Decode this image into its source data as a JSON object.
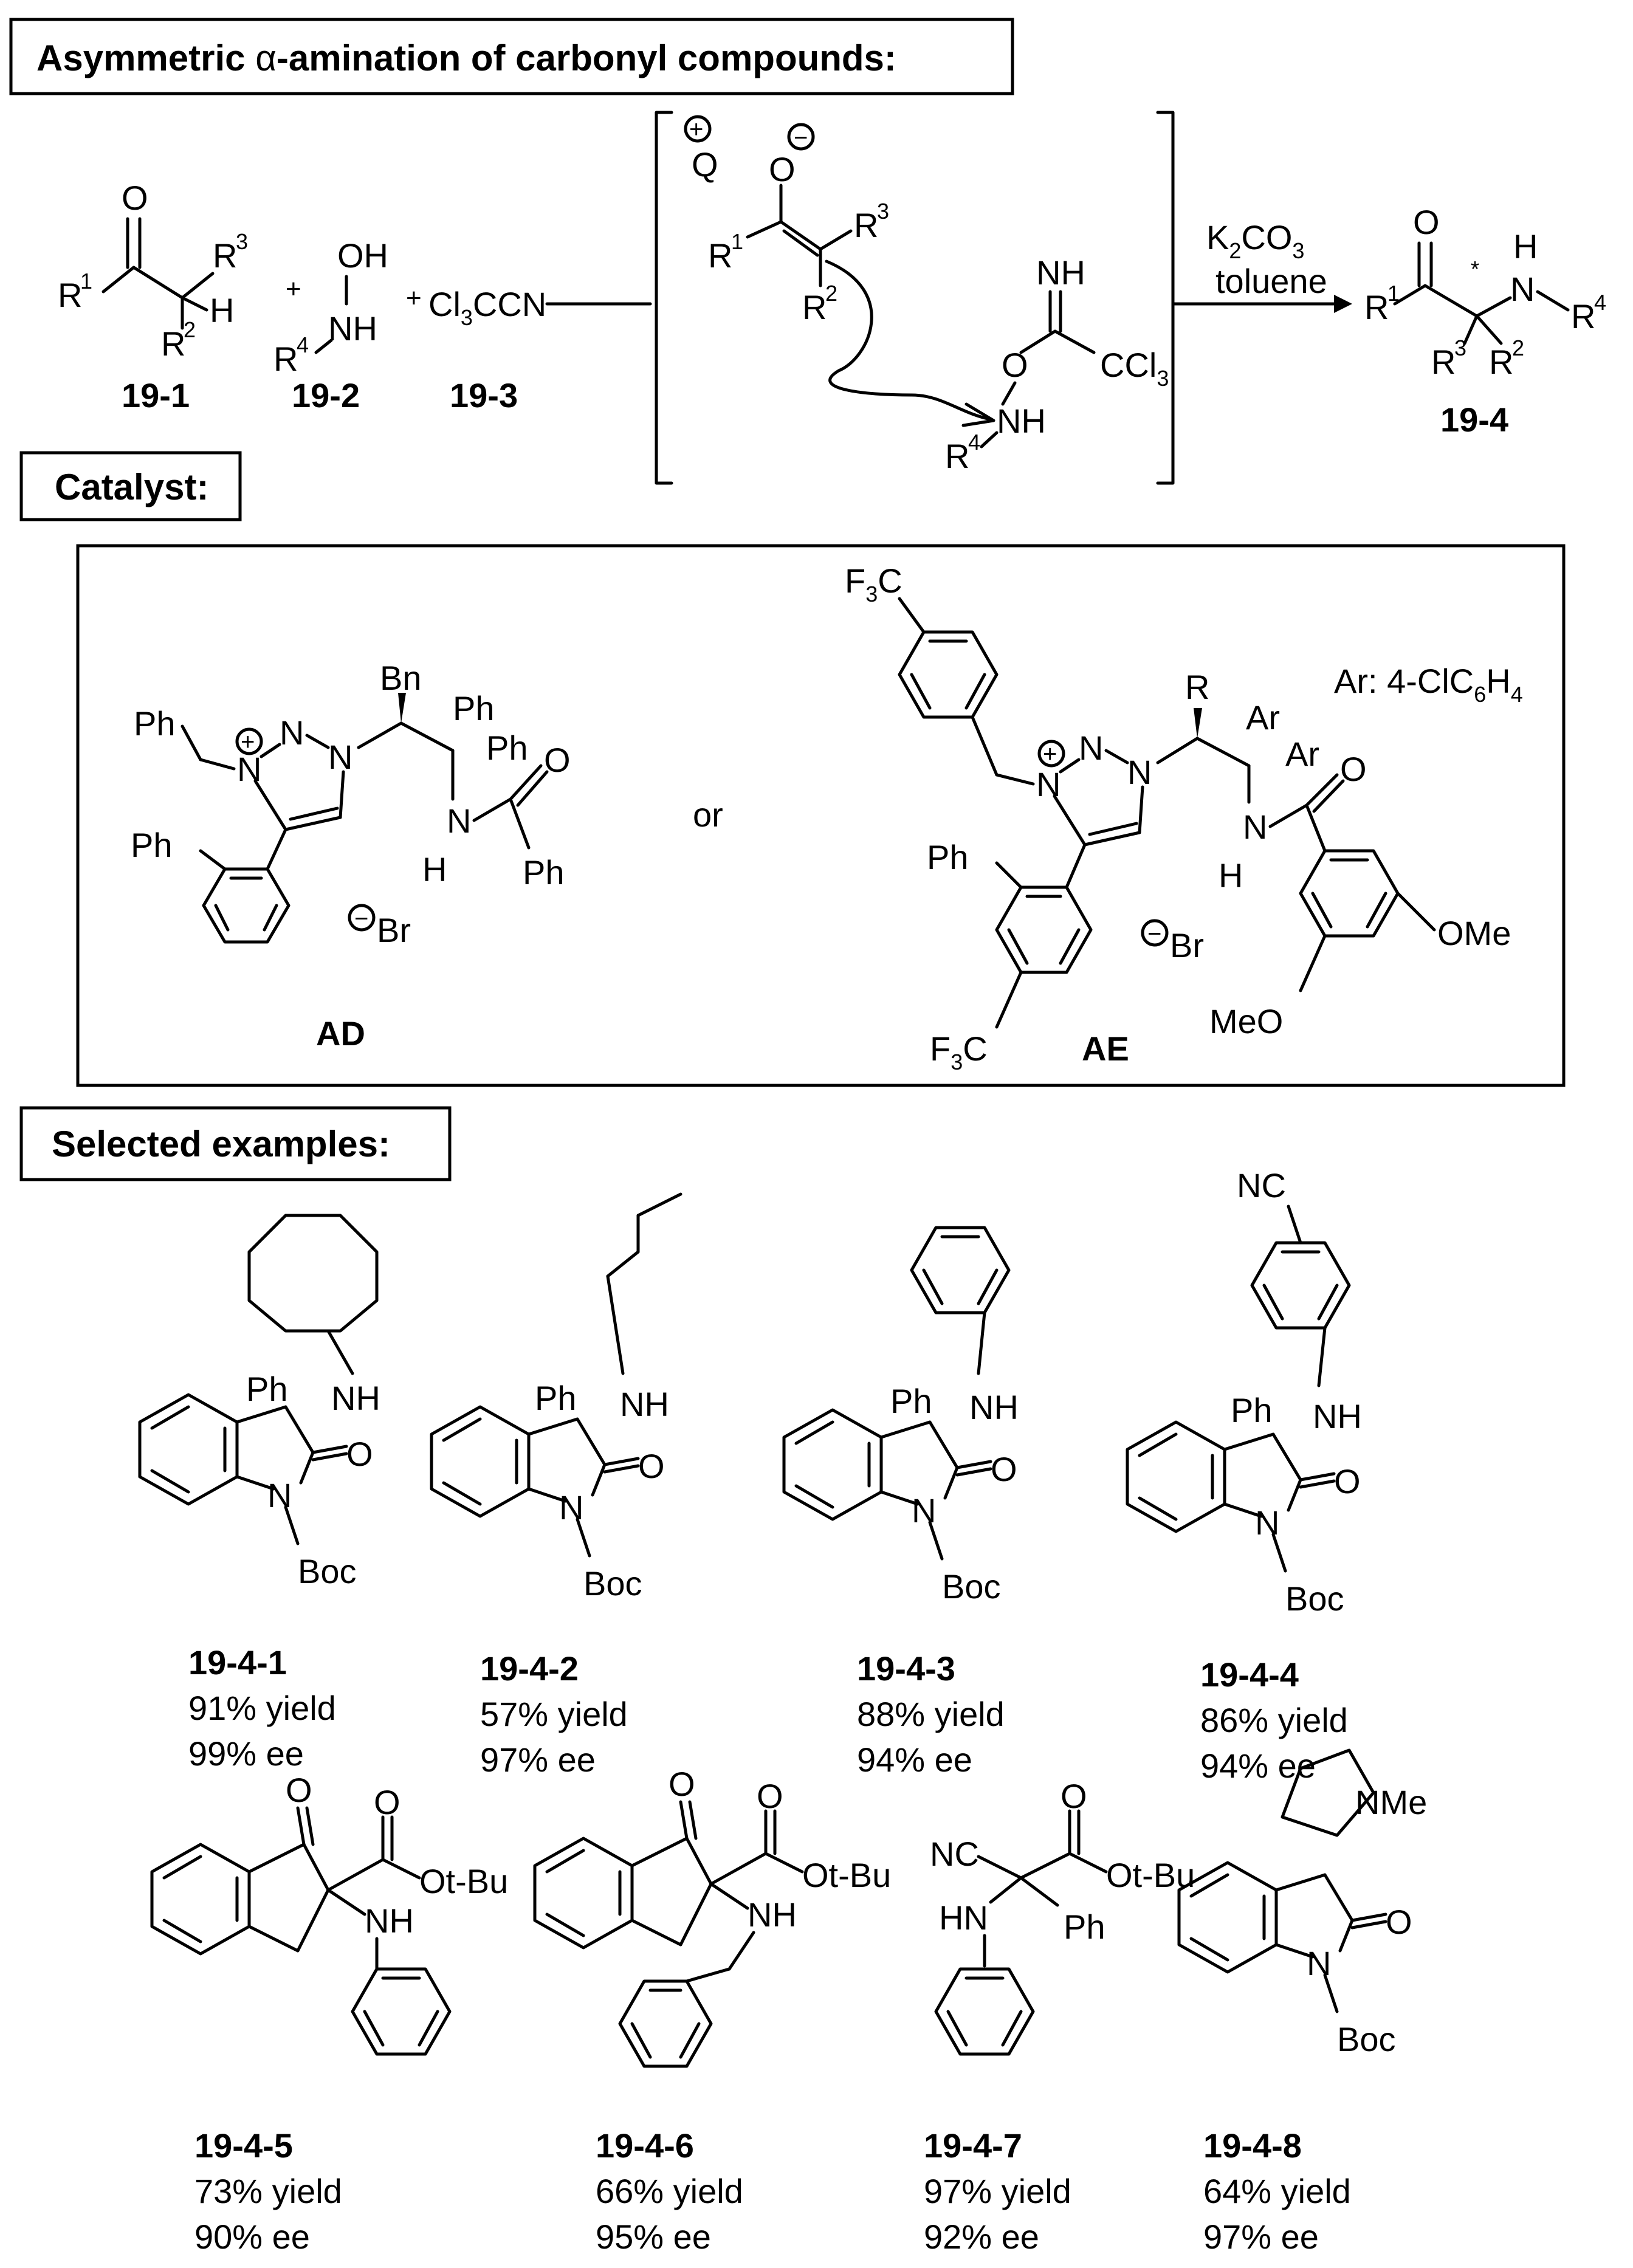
{
  "header": {
    "title_pre": "Asymmetric ",
    "title_alpha": "α",
    "title_post": "-amination of carbonyl compounds:"
  },
  "reaction": {
    "compounds": {
      "c1": "19-1",
      "c2": "19-2",
      "c3": "19-3",
      "c4": "19-4"
    },
    "reagent": {
      "cl3ccn": "Cl",
      "cl3ccn_sub": "3",
      "cl3ccn_tail": "CCN"
    },
    "conditions": {
      "base": "K",
      "base_sub1": "2",
      "base_mid": "CO",
      "base_sub2": "3",
      "solvent": "toluene"
    },
    "labels": {
      "R": "R",
      "H": "H",
      "O": "O",
      "OH": "OH",
      "NH": "NH",
      "N": "N",
      "Q": "Q",
      "sup1": "1",
      "sup2": "2",
      "sup3": "3",
      "sup4": "4",
      "plus": "+",
      "minus": "−",
      "star": "*",
      "CCl": "CCl",
      "CCl_sub": "3"
    }
  },
  "catalyst": {
    "section_label": "Catalyst:",
    "AD_name": "AD",
    "AE_name": "AE",
    "or": "or",
    "ar_note": "Ar: 4-ClC",
    "ar_sub1": "6",
    "ar_mid": "H",
    "ar_sub2": "4",
    "atoms": {
      "Ph": "Ph",
      "Bn": "Bn",
      "N": "N",
      "H": "H",
      "O": "O",
      "Br": "Br",
      "R": "R",
      "Ar": "Ar",
      "F3C": "F",
      "F3C_sub": "3",
      "F3C_tail": "C",
      "OMe": "OMe",
      "MeO": "MeO"
    }
  },
  "examples": {
    "section_label": "Selected examples:",
    "atoms": {
      "Ph": "Ph",
      "NH": "NH",
      "N": "N",
      "O": "O",
      "Boc": "Boc",
      "NC": "NC",
      "HN": "HN",
      "OtBu": "Ot-Bu",
      "NMe": "NMe"
    },
    "items": [
      {
        "id": "19-4-1",
        "yield": "91% yield",
        "ee": "99% ee"
      },
      {
        "id": "19-4-2",
        "yield": "57% yield",
        "ee": "97% ee"
      },
      {
        "id": "19-4-3",
        "yield": "88% yield",
        "ee": "94% ee"
      },
      {
        "id": "19-4-4",
        "yield": "86% yield",
        "ee": "94% ee"
      },
      {
        "id": "19-4-5",
        "yield": "73% yield",
        "ee": "90% ee"
      },
      {
        "id": "19-4-6",
        "yield": "66% yield",
        "ee": "95% ee"
      },
      {
        "id": "19-4-7",
        "yield": "97% yield",
        "ee": "92% ee"
      },
      {
        "id": "19-4-8",
        "yield": "64% yield",
        "ee": "97% ee"
      }
    ]
  }
}
